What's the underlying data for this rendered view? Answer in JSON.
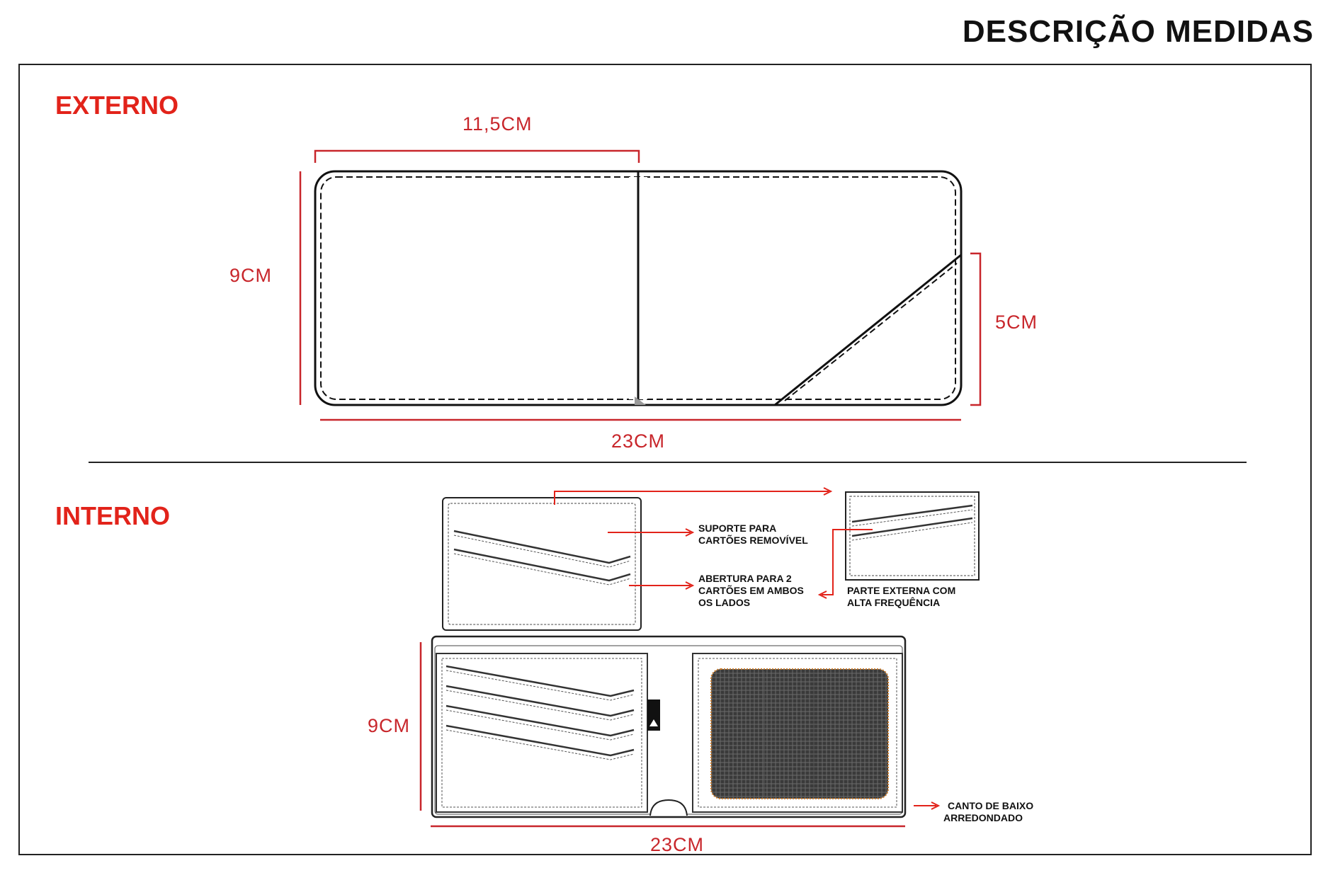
{
  "page": {
    "title": "DESCRIÇÃO MEDIDAS"
  },
  "externo": {
    "label": "EXTERNO",
    "half_width": "11,5CM",
    "height": "9CM",
    "pocket_height": "5CM",
    "total_width": "23CM"
  },
  "interno": {
    "label": "INTERNO",
    "height": "9CM",
    "total_width": "23CM",
    "callouts": {
      "card_holder_l1": "SUPORTE PARA",
      "card_holder_l2": "CARTÕES REMOVÍVEL",
      "opening_l1": "ABERTURA PARA 2",
      "opening_l2": "CARTÕES EM AMBOS",
      "opening_l3": "OS LADOS",
      "external_l1": "PARTE EXTERNA COM",
      "external_l2": "ALTA FREQUÊNCIA",
      "corner_l1": "CANTO DE BAIXO",
      "corner_l2": "ARREDONDADO"
    }
  },
  "colors": {
    "accent": "#e2231a",
    "dimension": "#c8262b",
    "outline": "#222222"
  }
}
